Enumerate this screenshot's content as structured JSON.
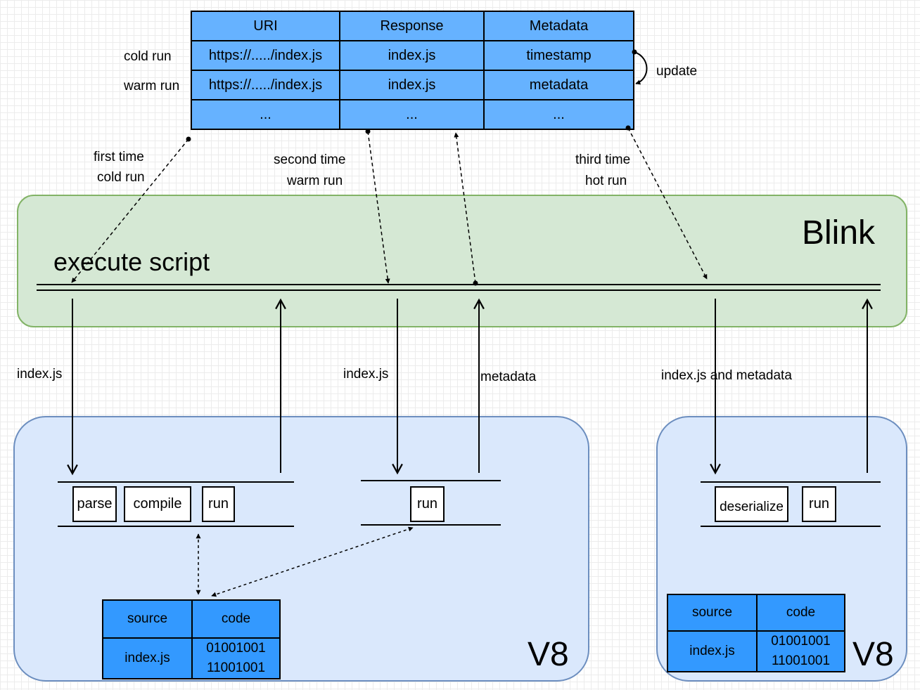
{
  "uri_table": {
    "headers": [
      "URI",
      "Response",
      "Metadata"
    ],
    "rows": [
      {
        "label": "cold run",
        "uri": "https://...../index.js",
        "response": "index.js",
        "metadata": "timestamp"
      },
      {
        "label": "warm run",
        "uri": "https://...../index.js",
        "response": "index.js",
        "metadata": "metadata"
      },
      {
        "label": "",
        "uri": "...",
        "response": "...",
        "metadata": "..."
      }
    ],
    "update_label": "update"
  },
  "runs": {
    "first": [
      "first time",
      "cold run"
    ],
    "second": [
      "second time",
      "warm run"
    ],
    "third": [
      "third time",
      "hot run"
    ]
  },
  "blink": {
    "title": "Blink",
    "execute_label": "execute script"
  },
  "flows": {
    "cold_down": "index.js",
    "warm_down": "index.js",
    "warm_up": "metadata",
    "hot_down": "index.js and metadata"
  },
  "v8_left": {
    "title": "V8",
    "pipeline_cold": [
      "parse",
      "compile",
      "run"
    ],
    "pipeline_warm": [
      "run"
    ],
    "cache": {
      "headers": [
        "source",
        "code"
      ],
      "source": "index.js",
      "code": [
        "01001001",
        "11001001"
      ]
    }
  },
  "v8_right": {
    "title": "V8",
    "pipeline_hot": [
      "deserialize",
      "run"
    ],
    "cache": {
      "headers": [
        "source",
        "code"
      ],
      "source": "index.js",
      "code": [
        "01001001",
        "11001001"
      ]
    }
  }
}
